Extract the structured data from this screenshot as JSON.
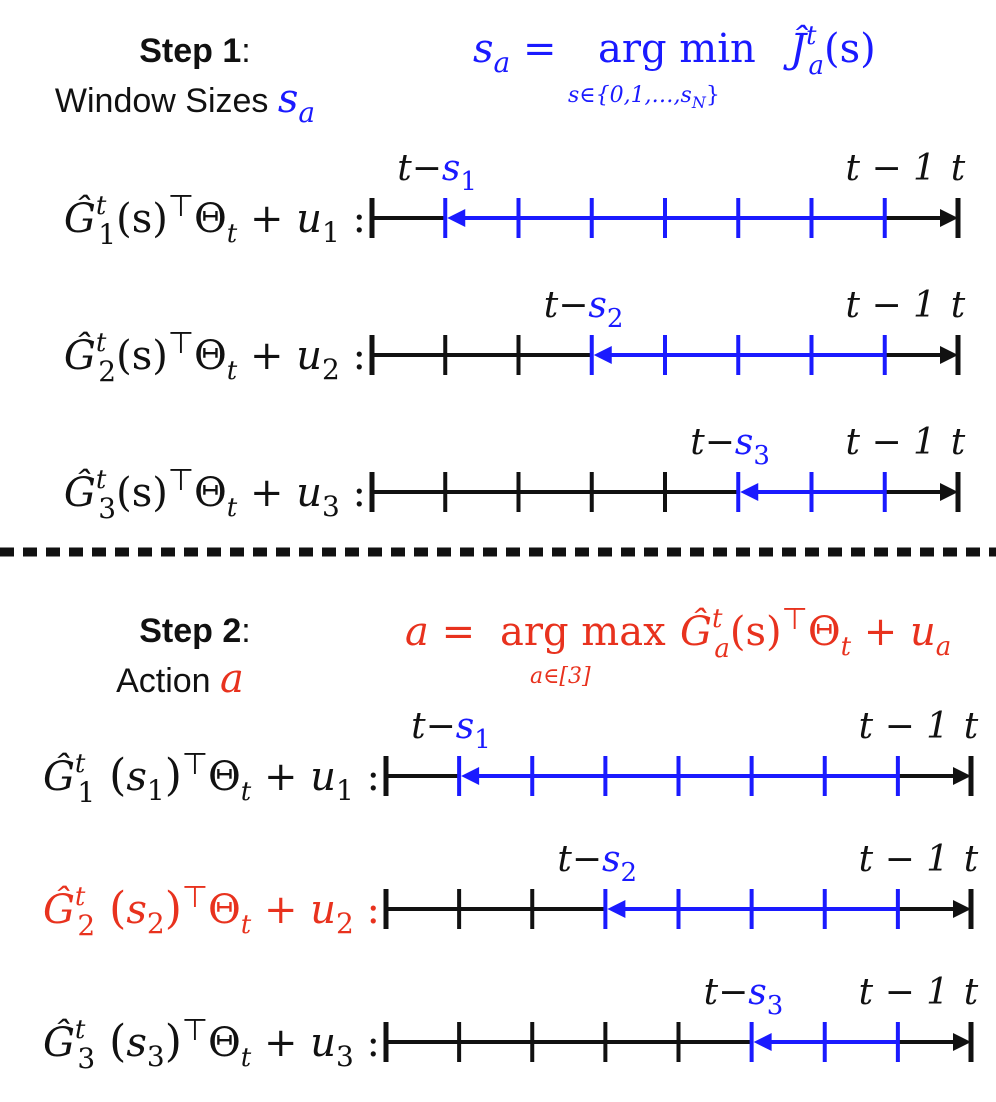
{
  "colors": {
    "black": "#111111",
    "blue": "#1a1aff",
    "red": "#e8321e"
  },
  "step1": {
    "heading_bold": "Step 1",
    "heading_rest": ":",
    "subtitle_text": "Window Sizes ",
    "subtitle_var": "s",
    "subtitle_sub": "a",
    "formula": {
      "lhs": "s",
      "lhs_sub": "a",
      "eq": " = ",
      "op": "arg min",
      "under": "s∈{0,1,…,s",
      "under_sub": "N",
      "under_close": "}",
      "fn": "Ĵ",
      "fn_sup": "t",
      "fn_sub": "a",
      "fn_arg": "(s)"
    },
    "rows": [
      {
        "g": "Ĝ",
        "sup": "t",
        "sub": "1",
        "arg": "(s)",
        "u": "u",
        "usub": "1",
        "start_label": "t−",
        "start_var": "s",
        "start_sub": "1",
        "start_tick": 1,
        "ticks": 8
      },
      {
        "g": "Ĝ",
        "sup": "t",
        "sub": "2",
        "arg": "(s)",
        "u": "u",
        "usub": "2",
        "start_label": "t−",
        "start_var": "s",
        "start_sub": "2",
        "start_tick": 3,
        "ticks": 8
      },
      {
        "g": "Ĝ",
        "sup": "t",
        "sub": "3",
        "arg": "(s)",
        "u": "u",
        "usub": "3",
        "start_label": "t−",
        "start_var": "s",
        "start_sub": "3",
        "start_tick": 5,
        "ticks": 8
      }
    ]
  },
  "step2": {
    "heading_bold": "Step 2",
    "heading_rest": ":",
    "subtitle_text": "Action ",
    "subtitle_var": "a",
    "formula": {
      "lhs": "a",
      "eq": " = ",
      "op": "arg max",
      "under": "a∈[3]",
      "g": "Ĝ",
      "g_sup": "t",
      "g_sub": "a",
      "g_arg": "(s)",
      "transpose": "⊤",
      "theta": "Θ",
      "theta_sub": "t",
      "plus": " + ",
      "u": "u",
      "u_sub": "a"
    },
    "rows": [
      {
        "g": "Ĝ",
        "sup": "t",
        "sub": "1",
        "arg_open": "(",
        "arg_var": "s",
        "arg_sub": "1",
        "arg_close": ")",
        "u": "u",
        "usub": "1",
        "start_label": "t−",
        "start_var": "s",
        "start_sub": "1",
        "start_tick": 1,
        "ticks": 8,
        "highlight": false
      },
      {
        "g": "Ĝ",
        "sup": "t",
        "sub": "2",
        "arg_open": "(",
        "arg_var": "s",
        "arg_sub": "2",
        "arg_close": ")",
        "u": "u",
        "usub": "2",
        "start_label": "t−",
        "start_var": "s",
        "start_sub": "2",
        "start_tick": 3,
        "ticks": 8,
        "highlight": true
      },
      {
        "g": "Ĝ",
        "sup": "t",
        "sub": "3",
        "arg_open": "(",
        "arg_var": "s",
        "arg_sub": "3",
        "arg_close": ")",
        "u": "u",
        "usub": "3",
        "start_label": "t−",
        "start_var": "s",
        "start_sub": "3",
        "start_tick": 5,
        "ticks": 8,
        "highlight": false
      }
    ]
  },
  "common": {
    "transpose": "⊤",
    "theta": "Θ",
    "theta_sub": "t",
    "plus": " + ",
    "colon": " :",
    "t_minus_1": "t − 1",
    "t": "t"
  }
}
